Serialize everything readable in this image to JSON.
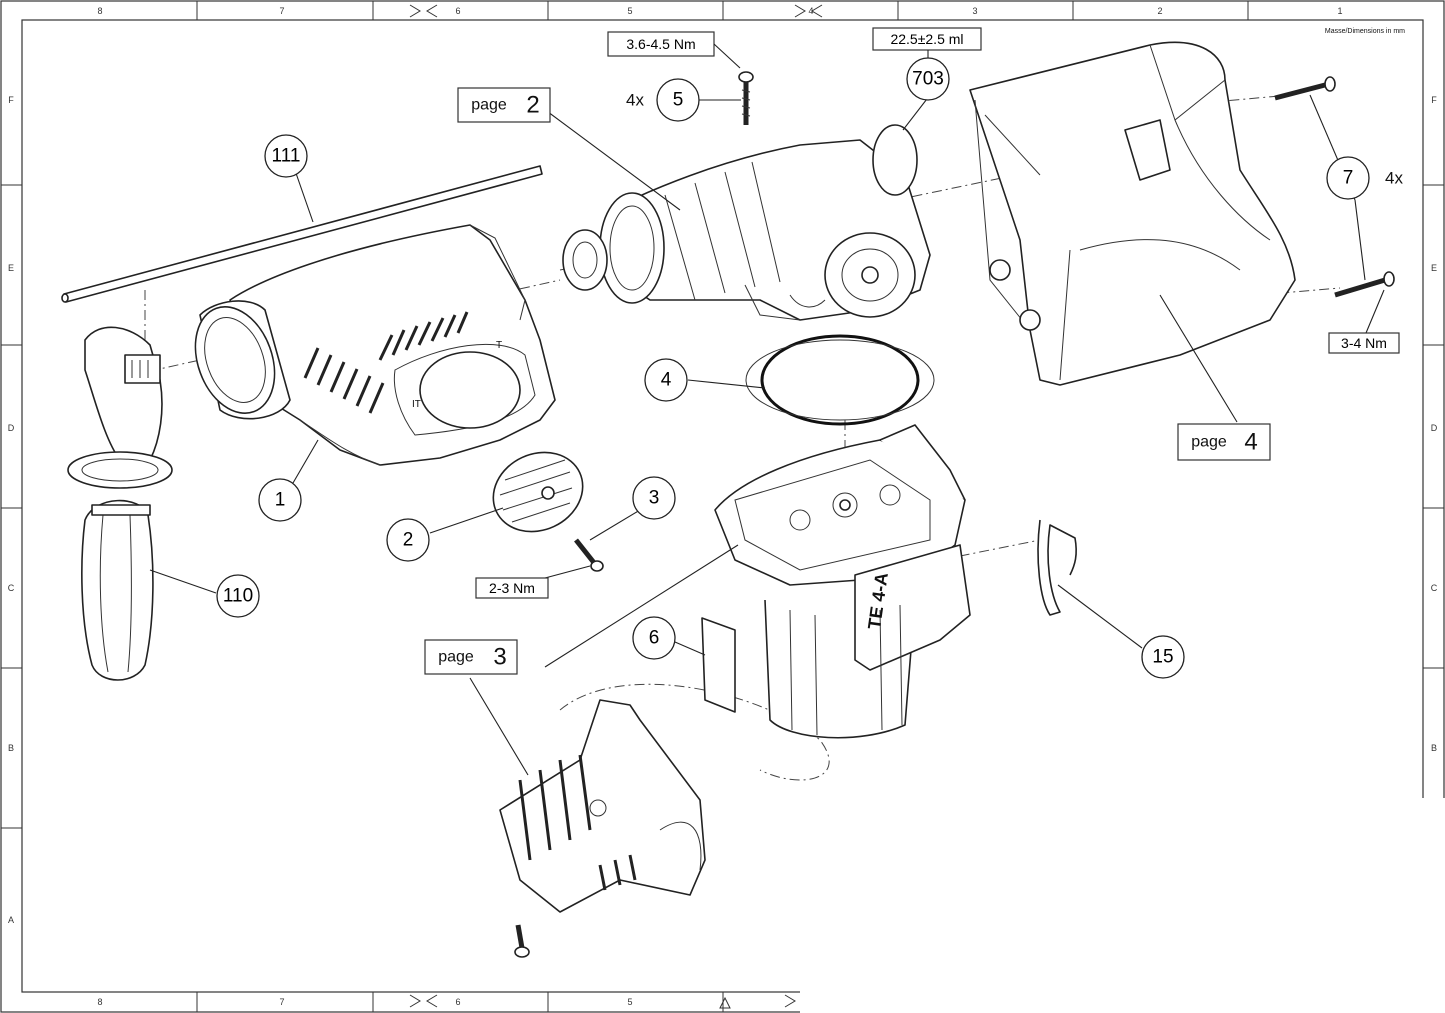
{
  "drawing": {
    "title_note": "Masse/Dimensions in mm",
    "columns": [
      "8",
      "7",
      "6",
      "5",
      "4",
      "3",
      "2",
      "1"
    ],
    "rows": [
      "F",
      "E",
      "D",
      "C",
      "B",
      "A"
    ]
  },
  "callouts": {
    "c1": "1",
    "c2": "2",
    "c3": "3",
    "c4": "4",
    "c5": "5",
    "c6": "6",
    "c7": "7",
    "c15": "15",
    "c110": "110",
    "c111": "111",
    "c703": "703"
  },
  "quantities": {
    "q5": "4x",
    "q7": "4x"
  },
  "specs": {
    "torque_5": "3.6-4.5 Nm",
    "grease_703": "22.5±2.5 ml",
    "torque_3": "2-3 Nm",
    "torque_7": "3-4 Nm"
  },
  "page_refs": {
    "p2": {
      "word": "page",
      "num": "2"
    },
    "p3": {
      "word": "page",
      "num": "3"
    },
    "p4": {
      "word": "page",
      "num": "4"
    }
  },
  "housing_marks": {
    "model": "TE 4-A"
  }
}
